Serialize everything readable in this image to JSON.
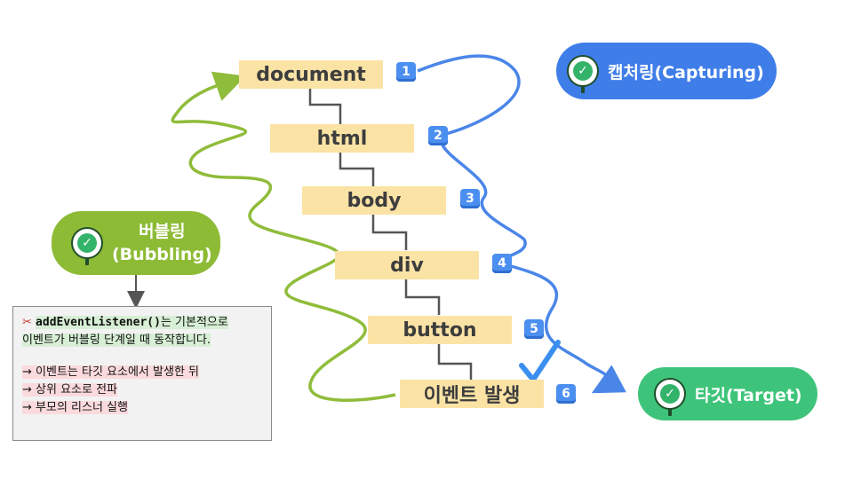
{
  "nodes": [
    {
      "label": "document"
    },
    {
      "label": "html"
    },
    {
      "label": "body"
    },
    {
      "label": "div"
    },
    {
      "label": "button"
    },
    {
      "label": "이벤트 발생"
    }
  ],
  "badges": [
    "1",
    "2",
    "3",
    "4",
    "5",
    "6"
  ],
  "capturing": {
    "label": "캡처링(Capturing)",
    "color": "#3f7de8"
  },
  "bubbling": {
    "line1": "버블링",
    "line2": "(Bubbling)",
    "color": "#8dbb35"
  },
  "target": {
    "label": "타깃(Target)",
    "color": "#3ec47a"
  },
  "note": {
    "icon": "✂",
    "code": "addEventListener()",
    "line1_rest": "는 기본적으로",
    "line2": "이벤트가 버블링 단계일 때 동작합니다.",
    "bullet1": "→ 이벤트는 타깃 요소에서 발생한 뒤",
    "bullet2": "→ 상위 요소로 전파",
    "bullet3": "→ 부모의 리스너 실행"
  },
  "colors": {
    "node_fill": "#fbe3a6",
    "connector": "#555555",
    "capture_line": "#4a86e8",
    "bubble_line": "#8fbc3a",
    "check": "#3b8ff0"
  }
}
